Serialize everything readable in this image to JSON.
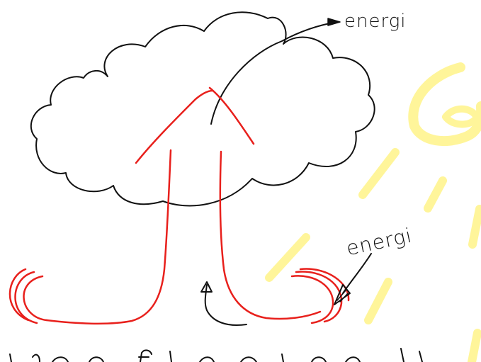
{
  "labels": {
    "top_energy": "energi",
    "side_energy": "energi"
  },
  "colors": {
    "ink": "#111111",
    "heat": "#e8201c",
    "sun": "#fff59a"
  },
  "shapes": [
    "cloud",
    "rising-heat-column",
    "sun-glow",
    "rays",
    "arrows"
  ]
}
